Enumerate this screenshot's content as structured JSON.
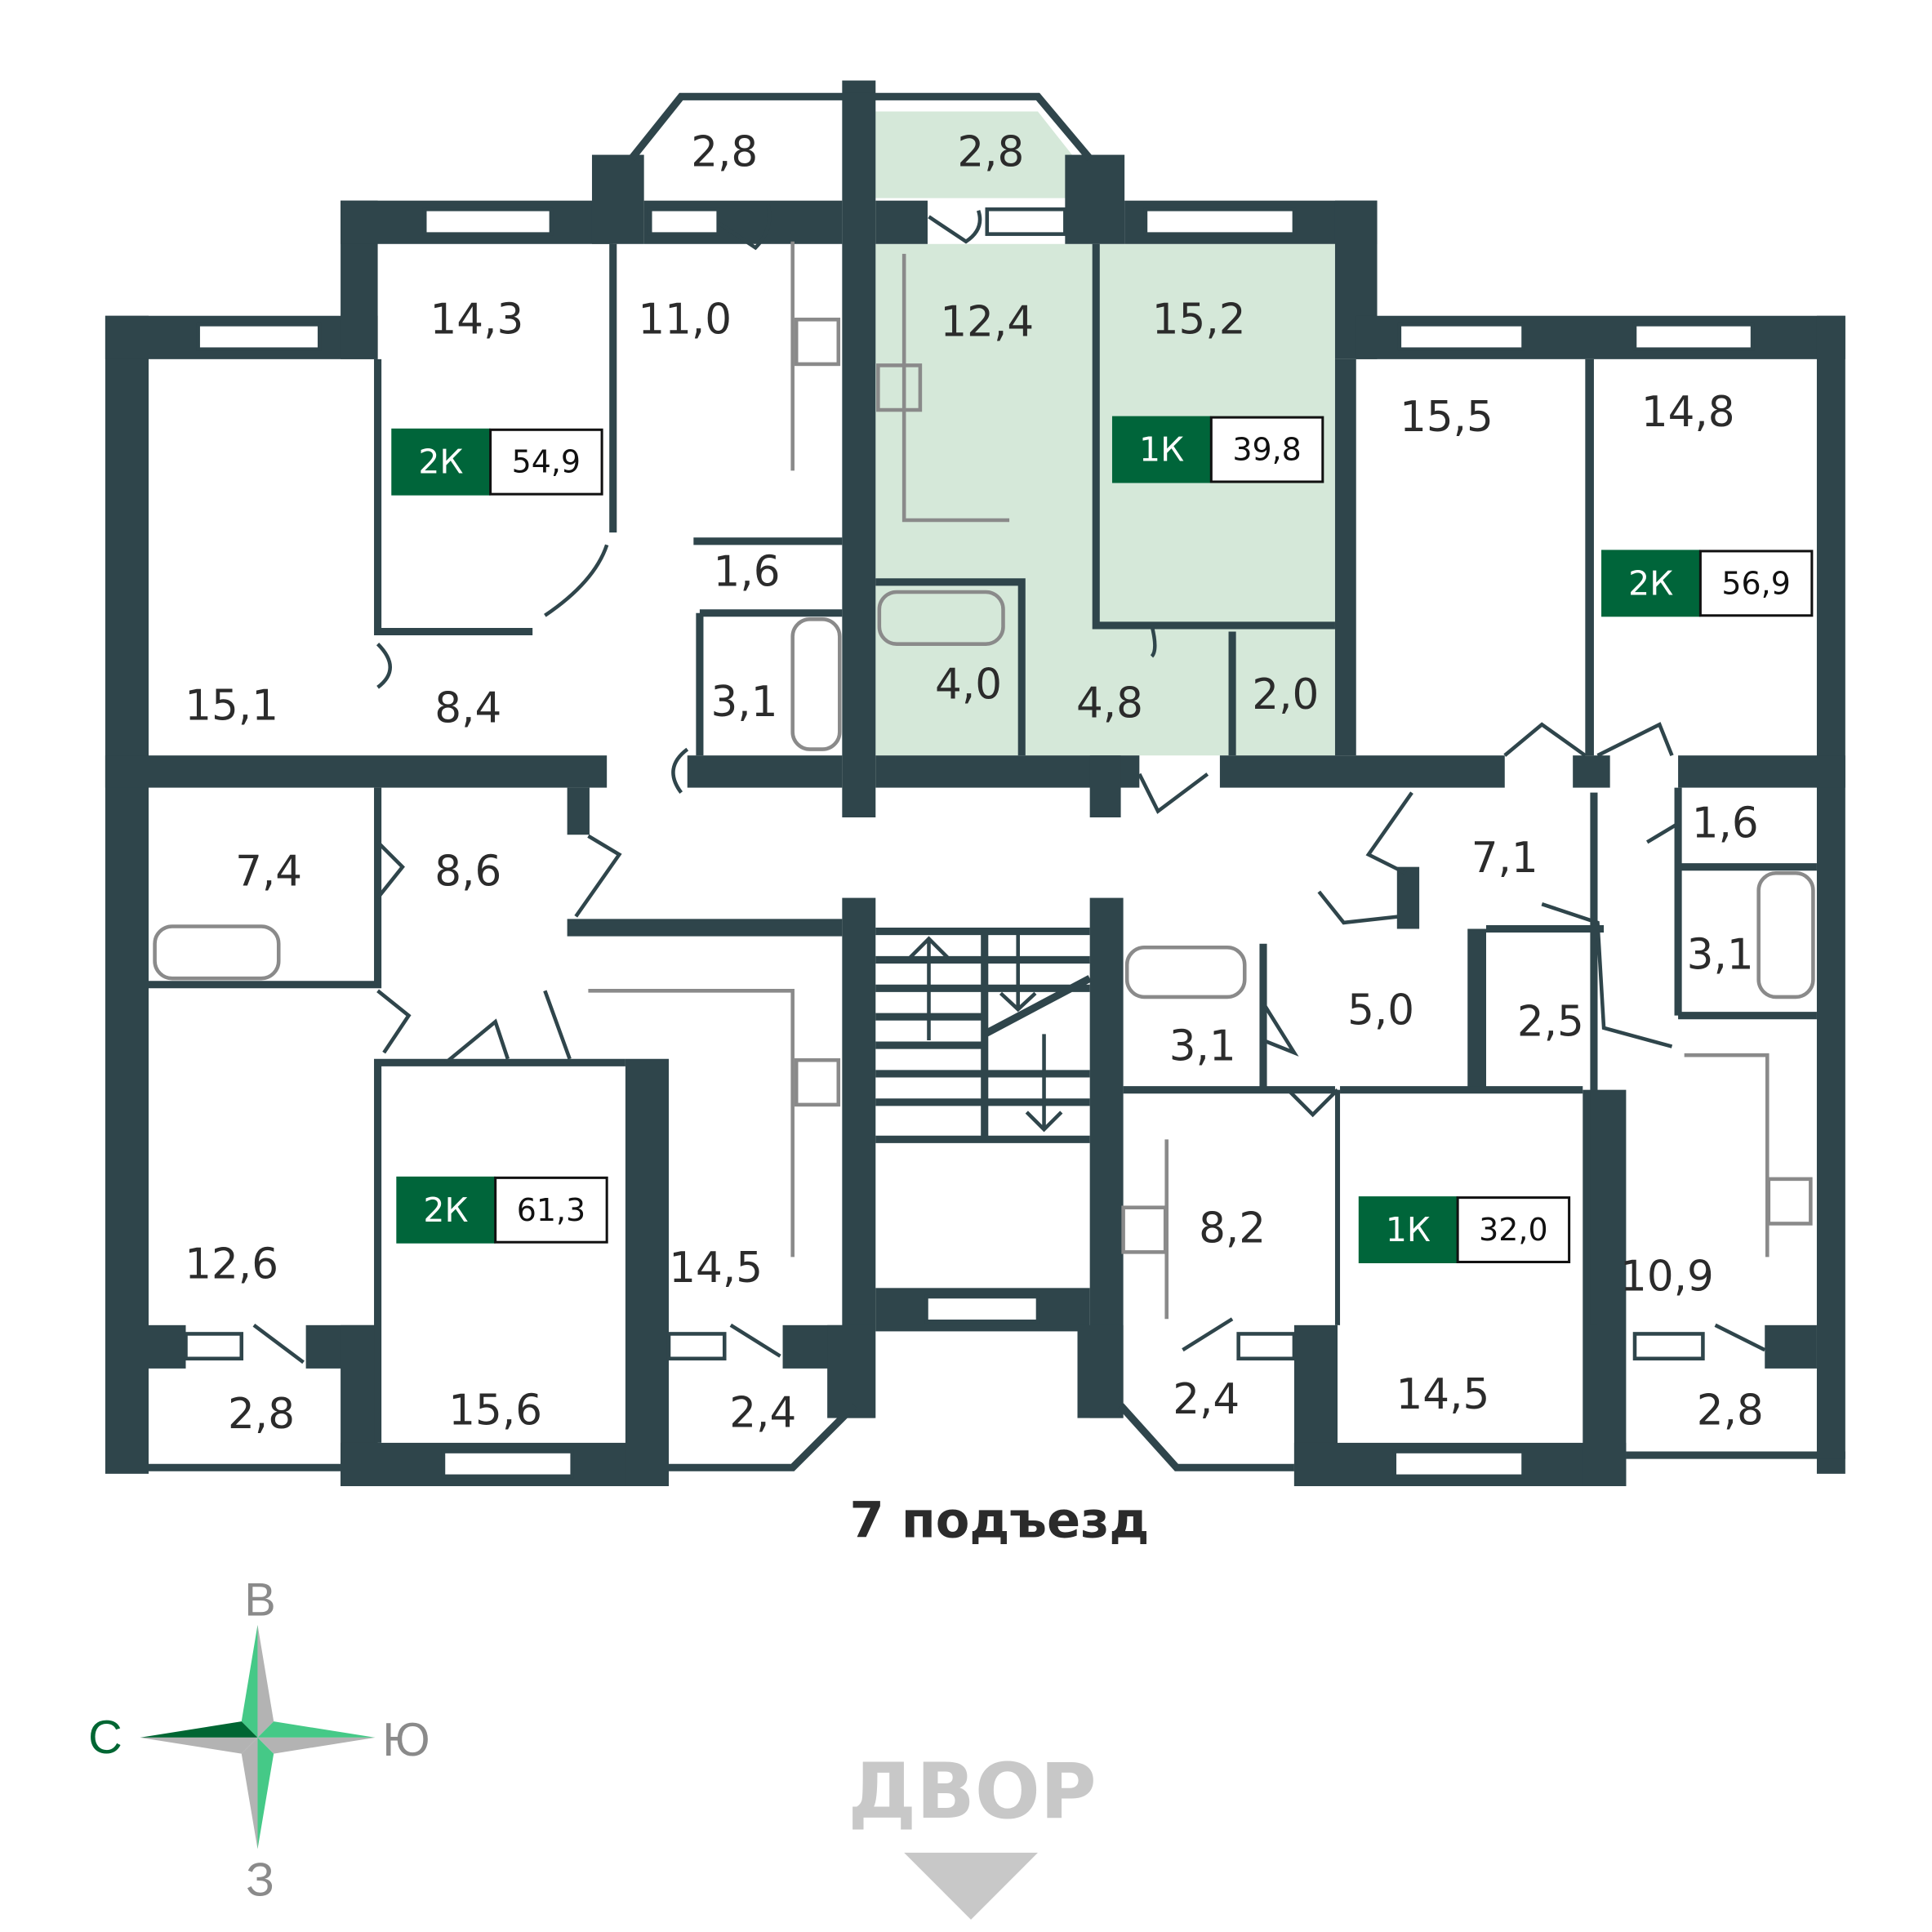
{
  "colors": {
    "wall": "#2f454b",
    "highlight": "#d5e8d9",
    "badge": "#00653a",
    "north": "#006633",
    "compass_light": "#45c987",
    "compass_gray": "#b3b3b3"
  },
  "rooms": [
    "2,8",
    "2,8",
    "14,3",
    "11,0",
    "12,4",
    "15,2",
    "15,5",
    "14,8",
    "15,1",
    "8,4",
    "1,6",
    "3,1",
    "4,0",
    "4,8",
    "2,0",
    "7,4",
    "8,6",
    "7,1",
    "1,6",
    "3,1",
    "5,0",
    "2,5",
    "3,1",
    "12,6",
    "14,5",
    "8,2",
    "10,9",
    "14,5",
    "2,8",
    "15,6",
    "2,4",
    "2,4",
    "2,8"
  ],
  "apartments": [
    {
      "type": "2К",
      "area": "54,9"
    },
    {
      "type": "1К",
      "area": "39,8"
    },
    {
      "type": "2К",
      "area": "56,9"
    },
    {
      "type": "2К",
      "area": "61,3"
    },
    {
      "type": "1К",
      "area": "32,0"
    }
  ],
  "entrance": "7 подъезд",
  "yard": "ДВОР",
  "compass": {
    "north": "С",
    "east": "В",
    "south": "Ю",
    "west": "З"
  }
}
